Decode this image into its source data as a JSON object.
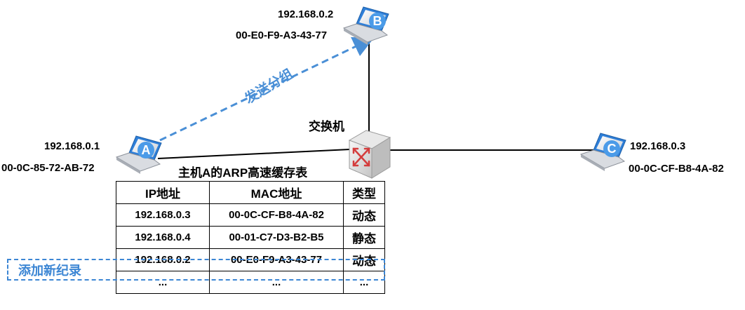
{
  "hosts": {
    "a": {
      "letter": "A",
      "ip": "192.168.0.1",
      "mac": "00-0C-85-72-AB-72"
    },
    "b": {
      "letter": "B",
      "ip": "192.168.0.2",
      "mac": "00-E0-F9-A3-43-77"
    },
    "c": {
      "letter": "C",
      "ip": "192.168.0.3",
      "mac": "00-0C-CF-B8-4A-82"
    }
  },
  "switch_label": "交换机",
  "send_label": "发送分组",
  "table": {
    "title": "主机A的ARP高速缓存表",
    "headers": [
      "IP地址",
      "MAC地址",
      "类型"
    ],
    "rows": [
      [
        "192.168.0.3",
        "00-0C-CF-B8-4A-82",
        "动态"
      ],
      [
        "192.168.0.4",
        "00-01-C7-D3-B2-B5",
        "静态"
      ],
      [
        "192.168.0.2",
        "00-E0-F9-A3-43-77",
        "动态"
      ],
      [
        "...",
        "...",
        "..."
      ]
    ]
  },
  "annotation": "添加新纪录",
  "colors": {
    "accent": "#3c86d4",
    "laptop_blue": "#2f7fd8",
    "line": "#000000"
  }
}
